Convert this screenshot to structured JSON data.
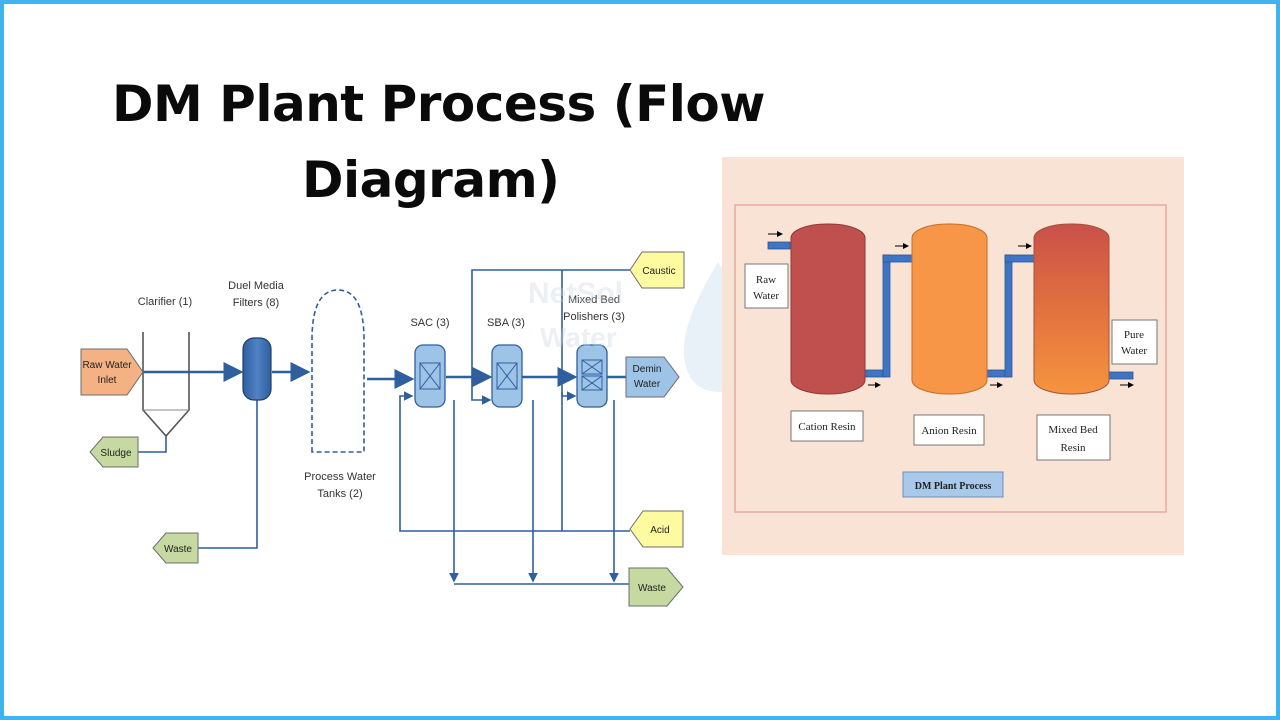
{
  "title": {
    "line1": "DM Plant Process (Flow",
    "line2": "Diagram)"
  },
  "left_diagram": {
    "labels": {
      "clarifier": "Clarifier (1)",
      "duel_media_1": "Duel Media",
      "duel_media_2": "Filters (8)",
      "process_water_1": "Process Water",
      "process_water_2": "Tanks (2)",
      "sac": "SAC (3)",
      "sba": "SBA (3)",
      "mixed_bed_1": "Mixed Bed",
      "mixed_bed_2": "Polishers (3)"
    },
    "tags": {
      "raw_water_1": "Raw Water",
      "raw_water_2": "Inlet",
      "sludge": "Sludge",
      "waste_left": "Waste",
      "caustic": "Caustic",
      "demin_1": "Demin",
      "demin_2": "Water",
      "acid": "Acid",
      "waste_right": "Waste"
    },
    "watermark": {
      "line1": "NetSol",
      "line2": "Water"
    }
  },
  "right_diagram": {
    "raw_water_1": "Raw",
    "raw_water_2": "Water",
    "pure_water_1": "Pure",
    "pure_water_2": "Water",
    "cation": "Cation Resin",
    "anion": "Anion Resin",
    "mixed_1": "Mixed Bed",
    "mixed_2": "Resin",
    "caption": "DM Plant Process"
  },
  "colors": {
    "border": "#3fb4f0",
    "pipe": "#2f5f9e",
    "raw_tag": "#f4b183",
    "green_tag": "#c5d9a1",
    "yellow_tag": "#fefaa0",
    "demin_tag": "#9dc3e6",
    "panel_bg": "#f9e3d5",
    "cation": "#c0504d",
    "anion": "#f79646"
  }
}
